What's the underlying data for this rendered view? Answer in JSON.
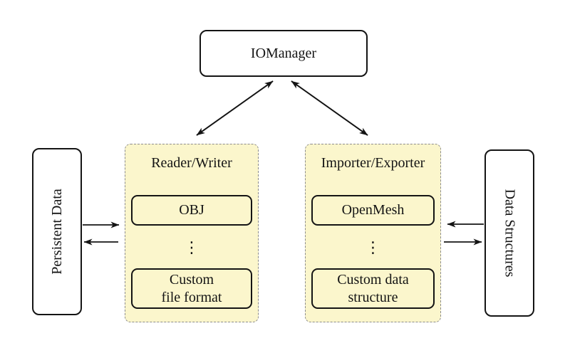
{
  "colors": {
    "background": "#FFFFFF",
    "panel_fill": "#FBF6CC",
    "panel_border_dashed": "#8C8C8C",
    "box_border": "#141414",
    "arrow": "#141414"
  },
  "icons": {
    "vertical_ellipsis": "⋮"
  },
  "nodes": {
    "io_manager": {
      "label": "IOManager"
    },
    "persistent_data": {
      "label": "Persistent Data",
      "text_rotation": "-90deg"
    },
    "data_structures": {
      "label": "Data Structures",
      "text_rotation": "90deg"
    },
    "reader_writer": {
      "title": "Reader/Writer",
      "items": [
        {
          "label": "OBJ",
          "lines": [
            "OBJ"
          ]
        },
        {
          "label": "Custom file format",
          "lines": [
            "Custom",
            "file format"
          ]
        }
      ]
    },
    "importer_exporter": {
      "title": "Importer/Exporter",
      "items": [
        {
          "label": "OpenMesh",
          "lines": [
            "OpenMesh"
          ]
        },
        {
          "label": "Custom data structure",
          "lines": [
            "Custom data",
            "structure"
          ]
        }
      ]
    }
  },
  "edges": [
    {
      "from": "io_manager",
      "to": "reader_writer",
      "type": "bidirectional"
    },
    {
      "from": "io_manager",
      "to": "importer_exporter",
      "type": "bidirectional"
    },
    {
      "from": "persistent_data",
      "to": "reader_writer",
      "type": "one-way"
    },
    {
      "from": "reader_writer",
      "to": "persistent_data",
      "type": "one-way"
    },
    {
      "from": "data_structures",
      "to": "importer_exporter",
      "type": "one-way"
    },
    {
      "from": "importer_exporter",
      "to": "data_structures",
      "type": "one-way"
    }
  ]
}
